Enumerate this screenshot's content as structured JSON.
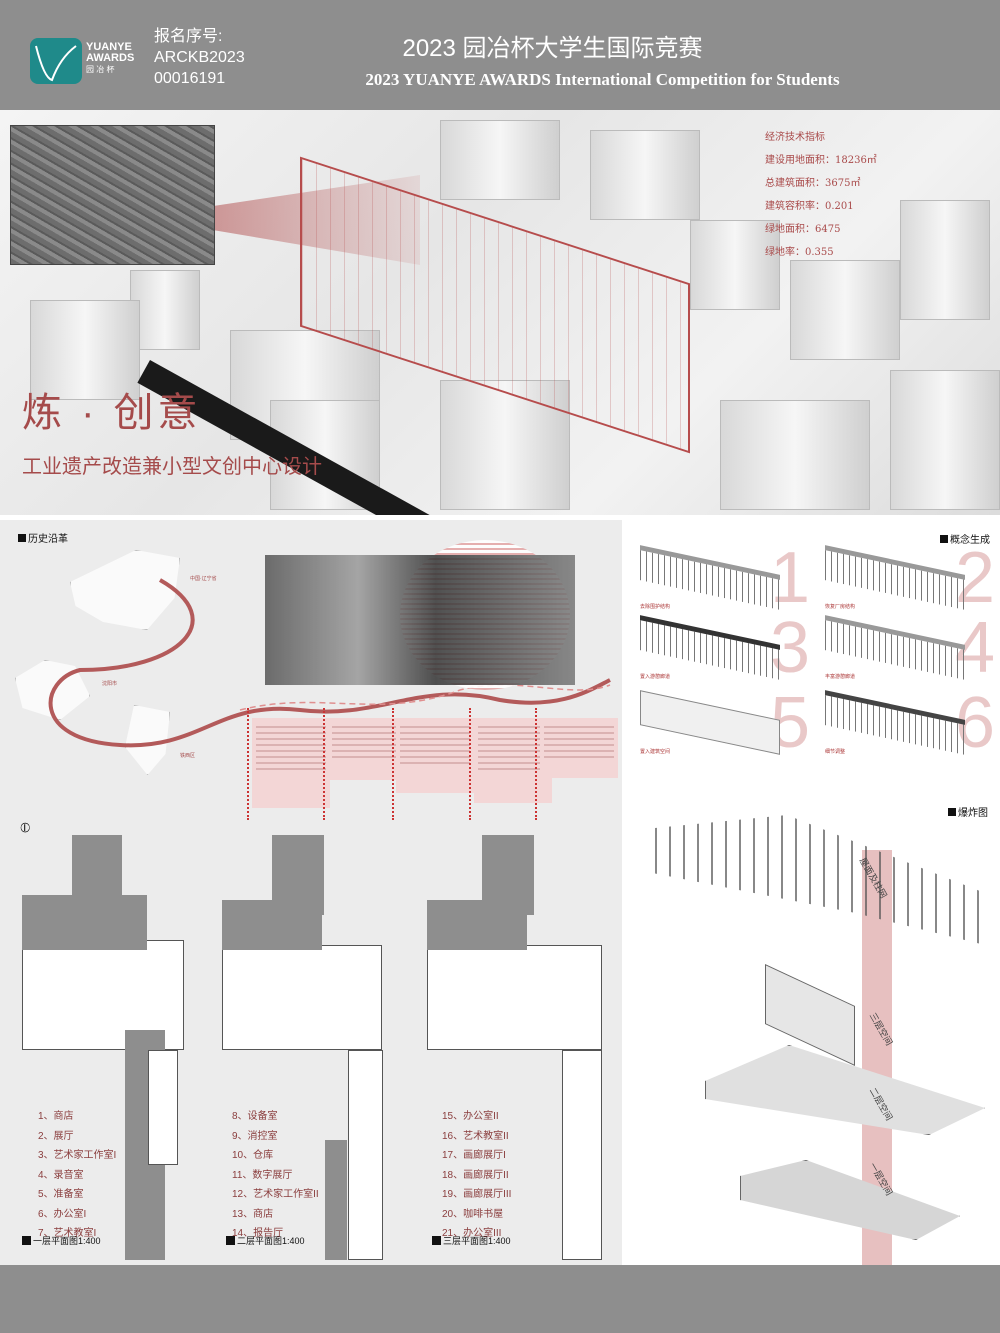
{
  "header": {
    "logo": {
      "line1": "YUANYE",
      "line2": "AWARDS",
      "line3": "园 冶 杯",
      "color": "#1f8a8a"
    },
    "registration_label": "报名序号:",
    "registration_code": "ARCKB2023",
    "registration_number": "00016191",
    "title_cn": "2023 园冶杯大学生国际竞赛",
    "title_en": "2023 YUANYE AWARDS International Competition for  Students"
  },
  "hero": {
    "project_title": "炼 · 创意",
    "project_subtitle": "工业遗产改造兼小型文创中心设计",
    "indicators": {
      "heading": "经济技术指标",
      "items": [
        "建设用地面积：18236㎡",
        "总建筑面积：3675㎡",
        "建筑容积率：0.201",
        "绿地面积：6475",
        "绿地率：0.355"
      ]
    }
  },
  "history": {
    "heading": "历史沿革",
    "map_labels": [
      "中国·辽宁省",
      "沈阳市",
      "铁西区"
    ]
  },
  "concept": {
    "heading": "概念生成",
    "steps": [
      {
        "num": "1",
        "label": "去除围护结构"
      },
      {
        "num": "2",
        "label": "恢复厂房结构"
      },
      {
        "num": "3",
        "label": "置入游憩廊道"
      },
      {
        "num": "4",
        "label": "丰富游憩廊道"
      },
      {
        "num": "5",
        "label": "置入建筑空间"
      },
      {
        "num": "6",
        "label": "细节调整"
      }
    ]
  },
  "explosion": {
    "heading": "爆炸图",
    "labels": [
      "屋面及柱网",
      "三层空间",
      "二层空间",
      "一层空间"
    ]
  },
  "plans": [
    {
      "title": "一层平面图1:400",
      "legend": [
        "1、商店",
        "2、展厅",
        "3、艺术家工作室I",
        "4、录音室",
        "5、准备室",
        "6、办公室I",
        "7、艺术教室I"
      ]
    },
    {
      "title": "二层平面图1:400",
      "legend": [
        "8、设备室",
        "9、消控室",
        "10、仓库",
        "11、数字展厅",
        "12、艺术家工作室II",
        "13、商店",
        "14、报告厅"
      ]
    },
    {
      "title": "三层平面图1:400",
      "legend": [
        "15、办公室II",
        "16、艺术教室II",
        "17、画廊展厅I",
        "18、画廊展厅II",
        "19、画廊展厅III",
        "20、咖啡书屋",
        "21、办公室III"
      ]
    }
  ],
  "colors": {
    "accent": "#a54b4b",
    "header_bg": "#8e8e8e",
    "pink": "#e7c0c0"
  }
}
